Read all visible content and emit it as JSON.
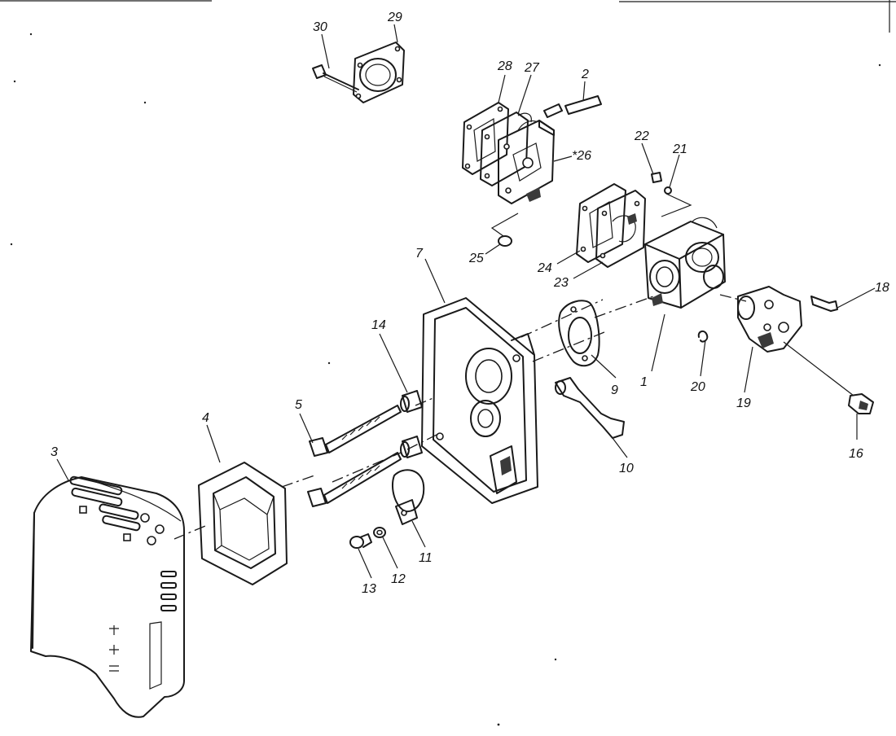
{
  "diagram": {
    "callouts": [
      {
        "id": "c30",
        "text": "30"
      },
      {
        "id": "c29",
        "text": "29"
      },
      {
        "id": "c28",
        "text": "28"
      },
      {
        "id": "c27",
        "text": "27"
      },
      {
        "id": "c2",
        "text": "2"
      },
      {
        "id": "c26",
        "text": "*26"
      },
      {
        "id": "c22",
        "text": "22"
      },
      {
        "id": "c21",
        "text": "21"
      },
      {
        "id": "c25",
        "text": "25"
      },
      {
        "id": "c24",
        "text": "24"
      },
      {
        "id": "c23",
        "text": "23"
      },
      {
        "id": "c7",
        "text": "7"
      },
      {
        "id": "c18",
        "text": "18"
      },
      {
        "id": "c14",
        "text": "14"
      },
      {
        "id": "c9",
        "text": "9"
      },
      {
        "id": "c1",
        "text": "1"
      },
      {
        "id": "c20",
        "text": "20"
      },
      {
        "id": "c19",
        "text": "19"
      },
      {
        "id": "c5",
        "text": "5"
      },
      {
        "id": "c4",
        "text": "4"
      },
      {
        "id": "c10",
        "text": "10"
      },
      {
        "id": "c16",
        "text": "16"
      },
      {
        "id": "c3",
        "text": "3"
      },
      {
        "id": "c11",
        "text": "11"
      },
      {
        "id": "c12",
        "text": "12"
      },
      {
        "id": "c13",
        "text": "13"
      }
    ]
  }
}
